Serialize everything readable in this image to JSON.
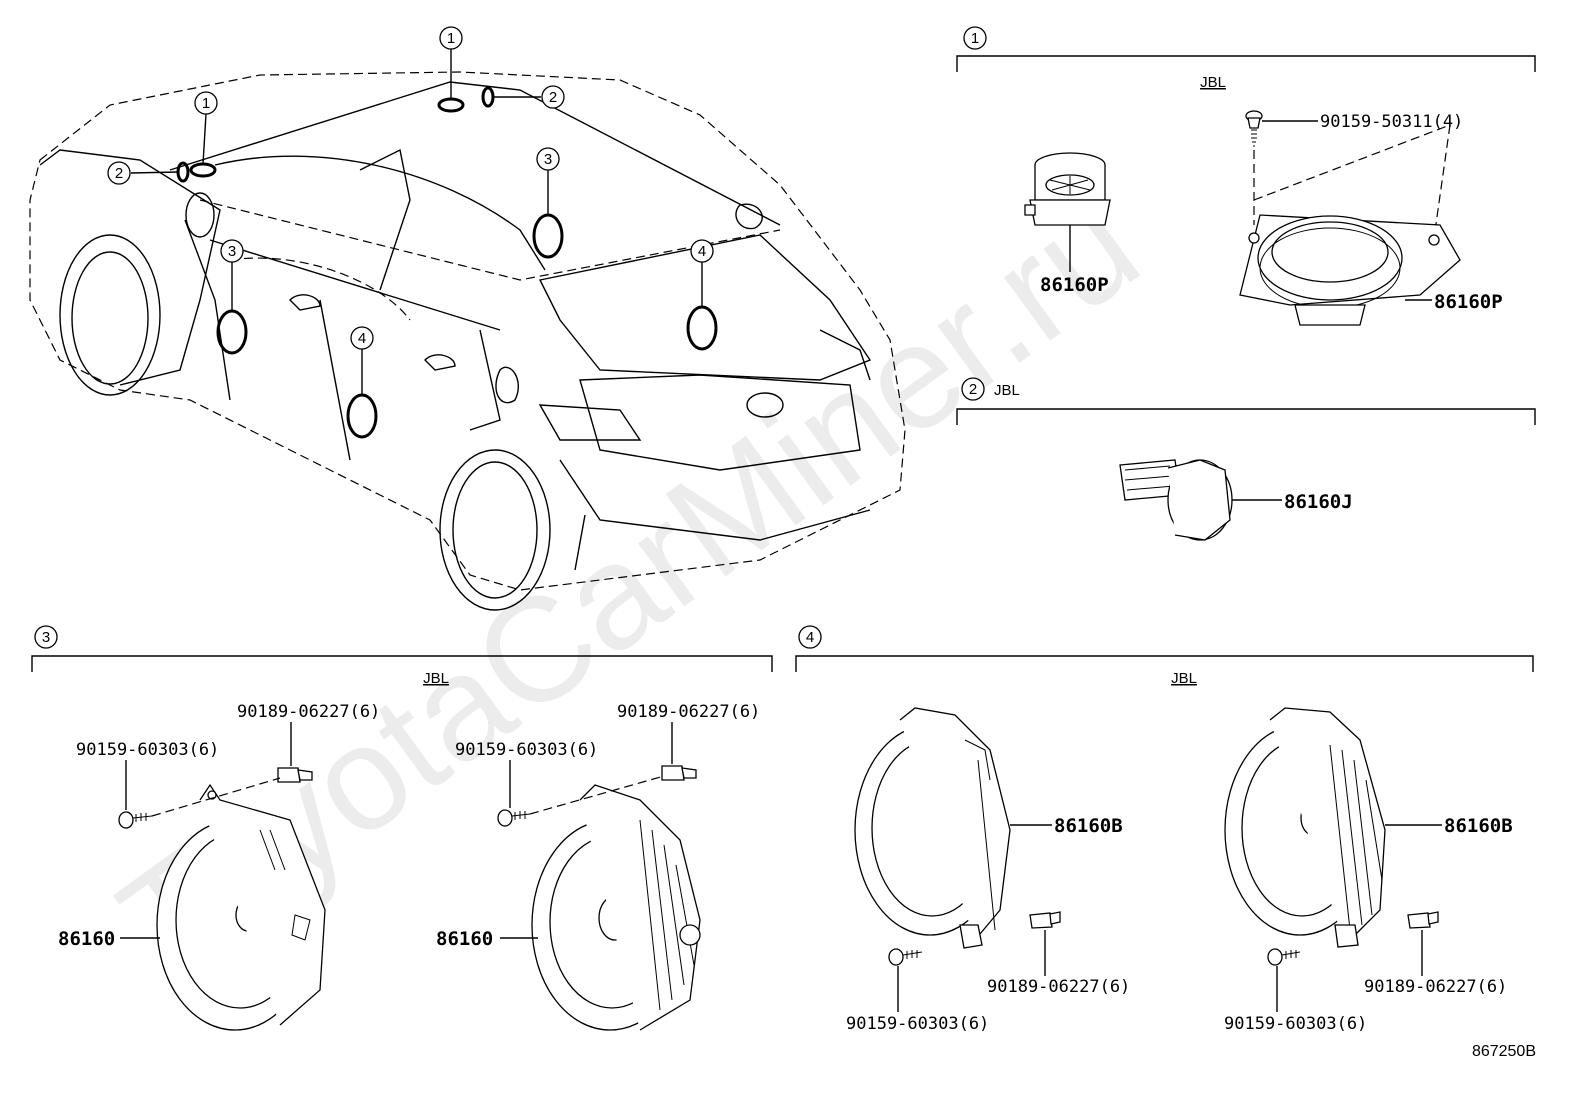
{
  "sections": [
    {
      "id": "1",
      "brand": "JBL"
    },
    {
      "id": "2",
      "brand": "JBL"
    },
    {
      "id": "3",
      "brand": "JBL"
    },
    {
      "id": "4",
      "brand": "JBL"
    }
  ],
  "car_callouts": [
    "1",
    "1",
    "2",
    "2",
    "3",
    "3",
    "4",
    "4"
  ],
  "parts": {
    "s1_tweeter": "86160P",
    "s1_speaker": "86160P",
    "s1_screw": "90159-50311(4)",
    "s2_speaker": "86160J",
    "s3_left_speaker": "86160",
    "s3_left_screw": "90159-60303(6)",
    "s3_left_clip": "90189-06227(6)",
    "s3_right_speaker": "86160",
    "s3_right_screw": "90159-60303(6)",
    "s3_right_clip": "90189-06227(6)",
    "s4_left_speaker": "86160B",
    "s4_left_screw": "90159-60303(6)",
    "s4_left_clip": "90189-06227(6)",
    "s4_right_speaker": "86160B",
    "s4_right_screw": "90159-60303(6)",
    "s4_right_clip": "90189-06227(6)"
  },
  "diagram_id": "867250B",
  "watermark": "ToyotaCarMiner.ru"
}
